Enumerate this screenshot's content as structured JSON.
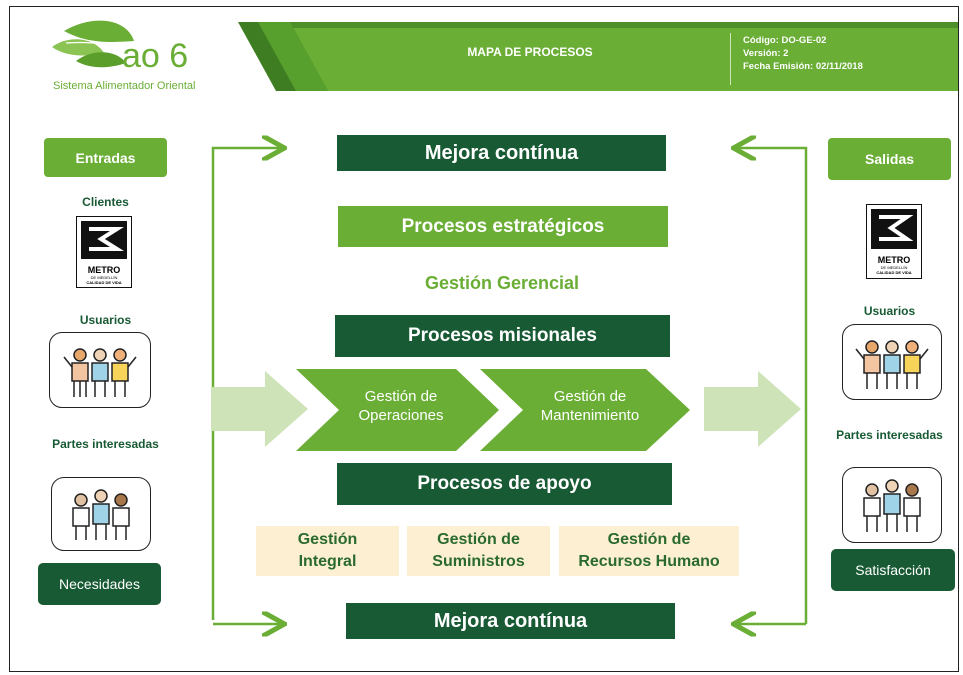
{
  "logo": {
    "brand": "ao 6",
    "subtitle": "Sistema Alimentador Oriental"
  },
  "header": {
    "title": "MAPA DE PROCESOS",
    "code": "Código: DO-GE-02",
    "version": "Versión: 2",
    "date": "Fecha Emisión: 02/11/2018"
  },
  "left": {
    "heading": "Entradas",
    "clients_label": "Clientes",
    "users_label": "Usuarios",
    "stakeholders_label": "Partes interesadas",
    "needs": "Necesidades"
  },
  "right": {
    "heading": "Salidas",
    "users_label": "Usuarios",
    "stakeholders_label": "Partes interesadas",
    "satisfaction": "Satisfacción"
  },
  "metro_logo": {
    "name": "METRO",
    "sub1": "DE MEDELLÍN",
    "sub2": "CALIDAD DE VIDA"
  },
  "center": {
    "top_improvement": "Mejora contínua",
    "strategic": "Procesos estratégicos",
    "management": "Gestión Gerencial",
    "missional": "Procesos misionales",
    "operations_1": "Gestión de",
    "operations_2": "Operaciones",
    "maintenance_1": "Gestión de",
    "maintenance_2": "Mantenimiento",
    "support": "Procesos de apoyo",
    "support_items": [
      {
        "line1": "Gestión",
        "line2": "Integral"
      },
      {
        "line1": "Gestión de",
        "line2": "Suministros"
      },
      {
        "line1": "Gestión de",
        "line2": "Recursos Humano"
      }
    ],
    "bottom_improvement": "Mejora contínua"
  },
  "colors": {
    "dark_green": "#185a34",
    "mid_green": "#6aae35",
    "light_green": "#cfe3b9",
    "cream": "#fdf0d2"
  }
}
